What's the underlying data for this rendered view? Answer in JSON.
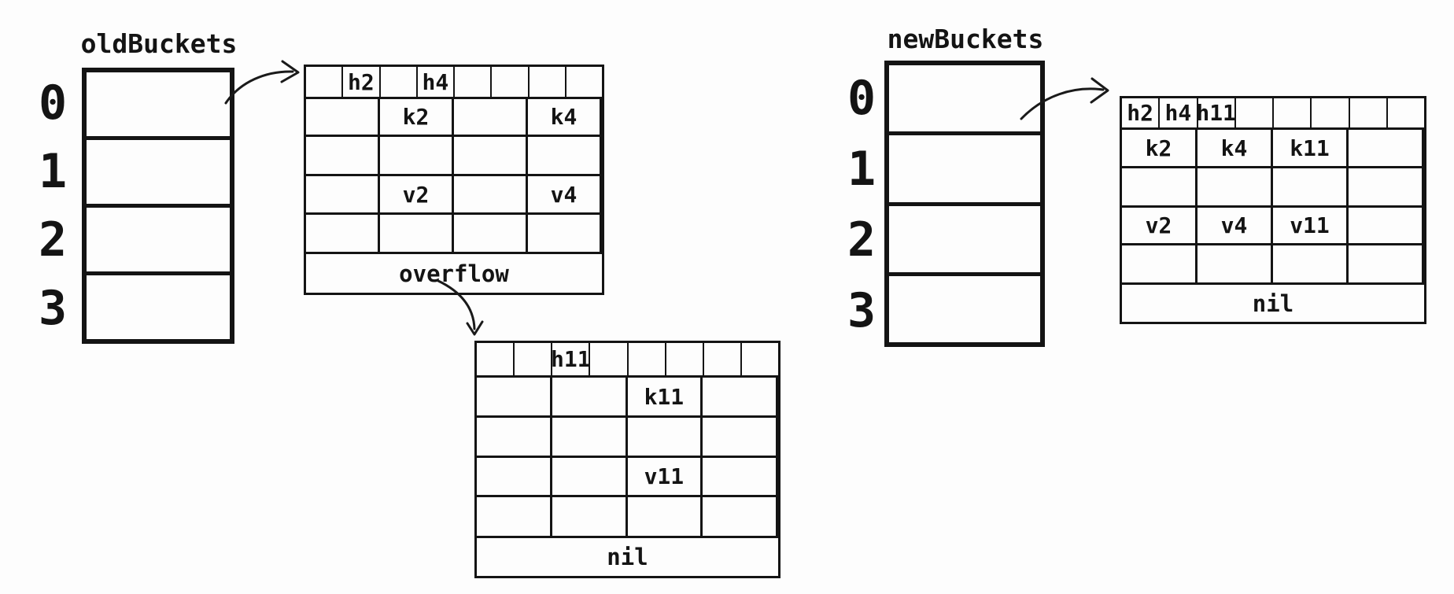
{
  "old_buckets": {
    "title": "oldBuckets",
    "indices": [
      "0",
      "1",
      "2",
      "3"
    ]
  },
  "new_buckets": {
    "title": "newBuckets",
    "indices": [
      "0",
      "1",
      "2",
      "3"
    ]
  },
  "old_bucket_main": {
    "hash_cells": [
      "",
      "h2",
      "",
      "h4",
      "",
      "",
      "",
      ""
    ],
    "key_cells": [
      "",
      "k2",
      "",
      "k4"
    ],
    "value_cells": [
      "",
      "v2",
      "",
      "v4"
    ],
    "footer": "overflow"
  },
  "overflow_bucket": {
    "hash_cells": [
      "",
      "",
      "h11",
      "",
      "",
      "",
      "",
      ""
    ],
    "key_cells": [
      "",
      "",
      "k11",
      ""
    ],
    "value_cells": [
      "",
      "",
      "v11",
      ""
    ],
    "footer": "nil"
  },
  "new_bucket_main": {
    "hash_cells": [
      "h2",
      "h4",
      "h11",
      "",
      "",
      "",
      "",
      ""
    ],
    "key_cells": [
      "k2",
      "k4",
      "k11",
      ""
    ],
    "value_cells": [
      "v2",
      "v4",
      "v11",
      ""
    ],
    "footer": "nil"
  },
  "colors": {
    "ink": "#141414",
    "background": "#fdfdfd"
  }
}
